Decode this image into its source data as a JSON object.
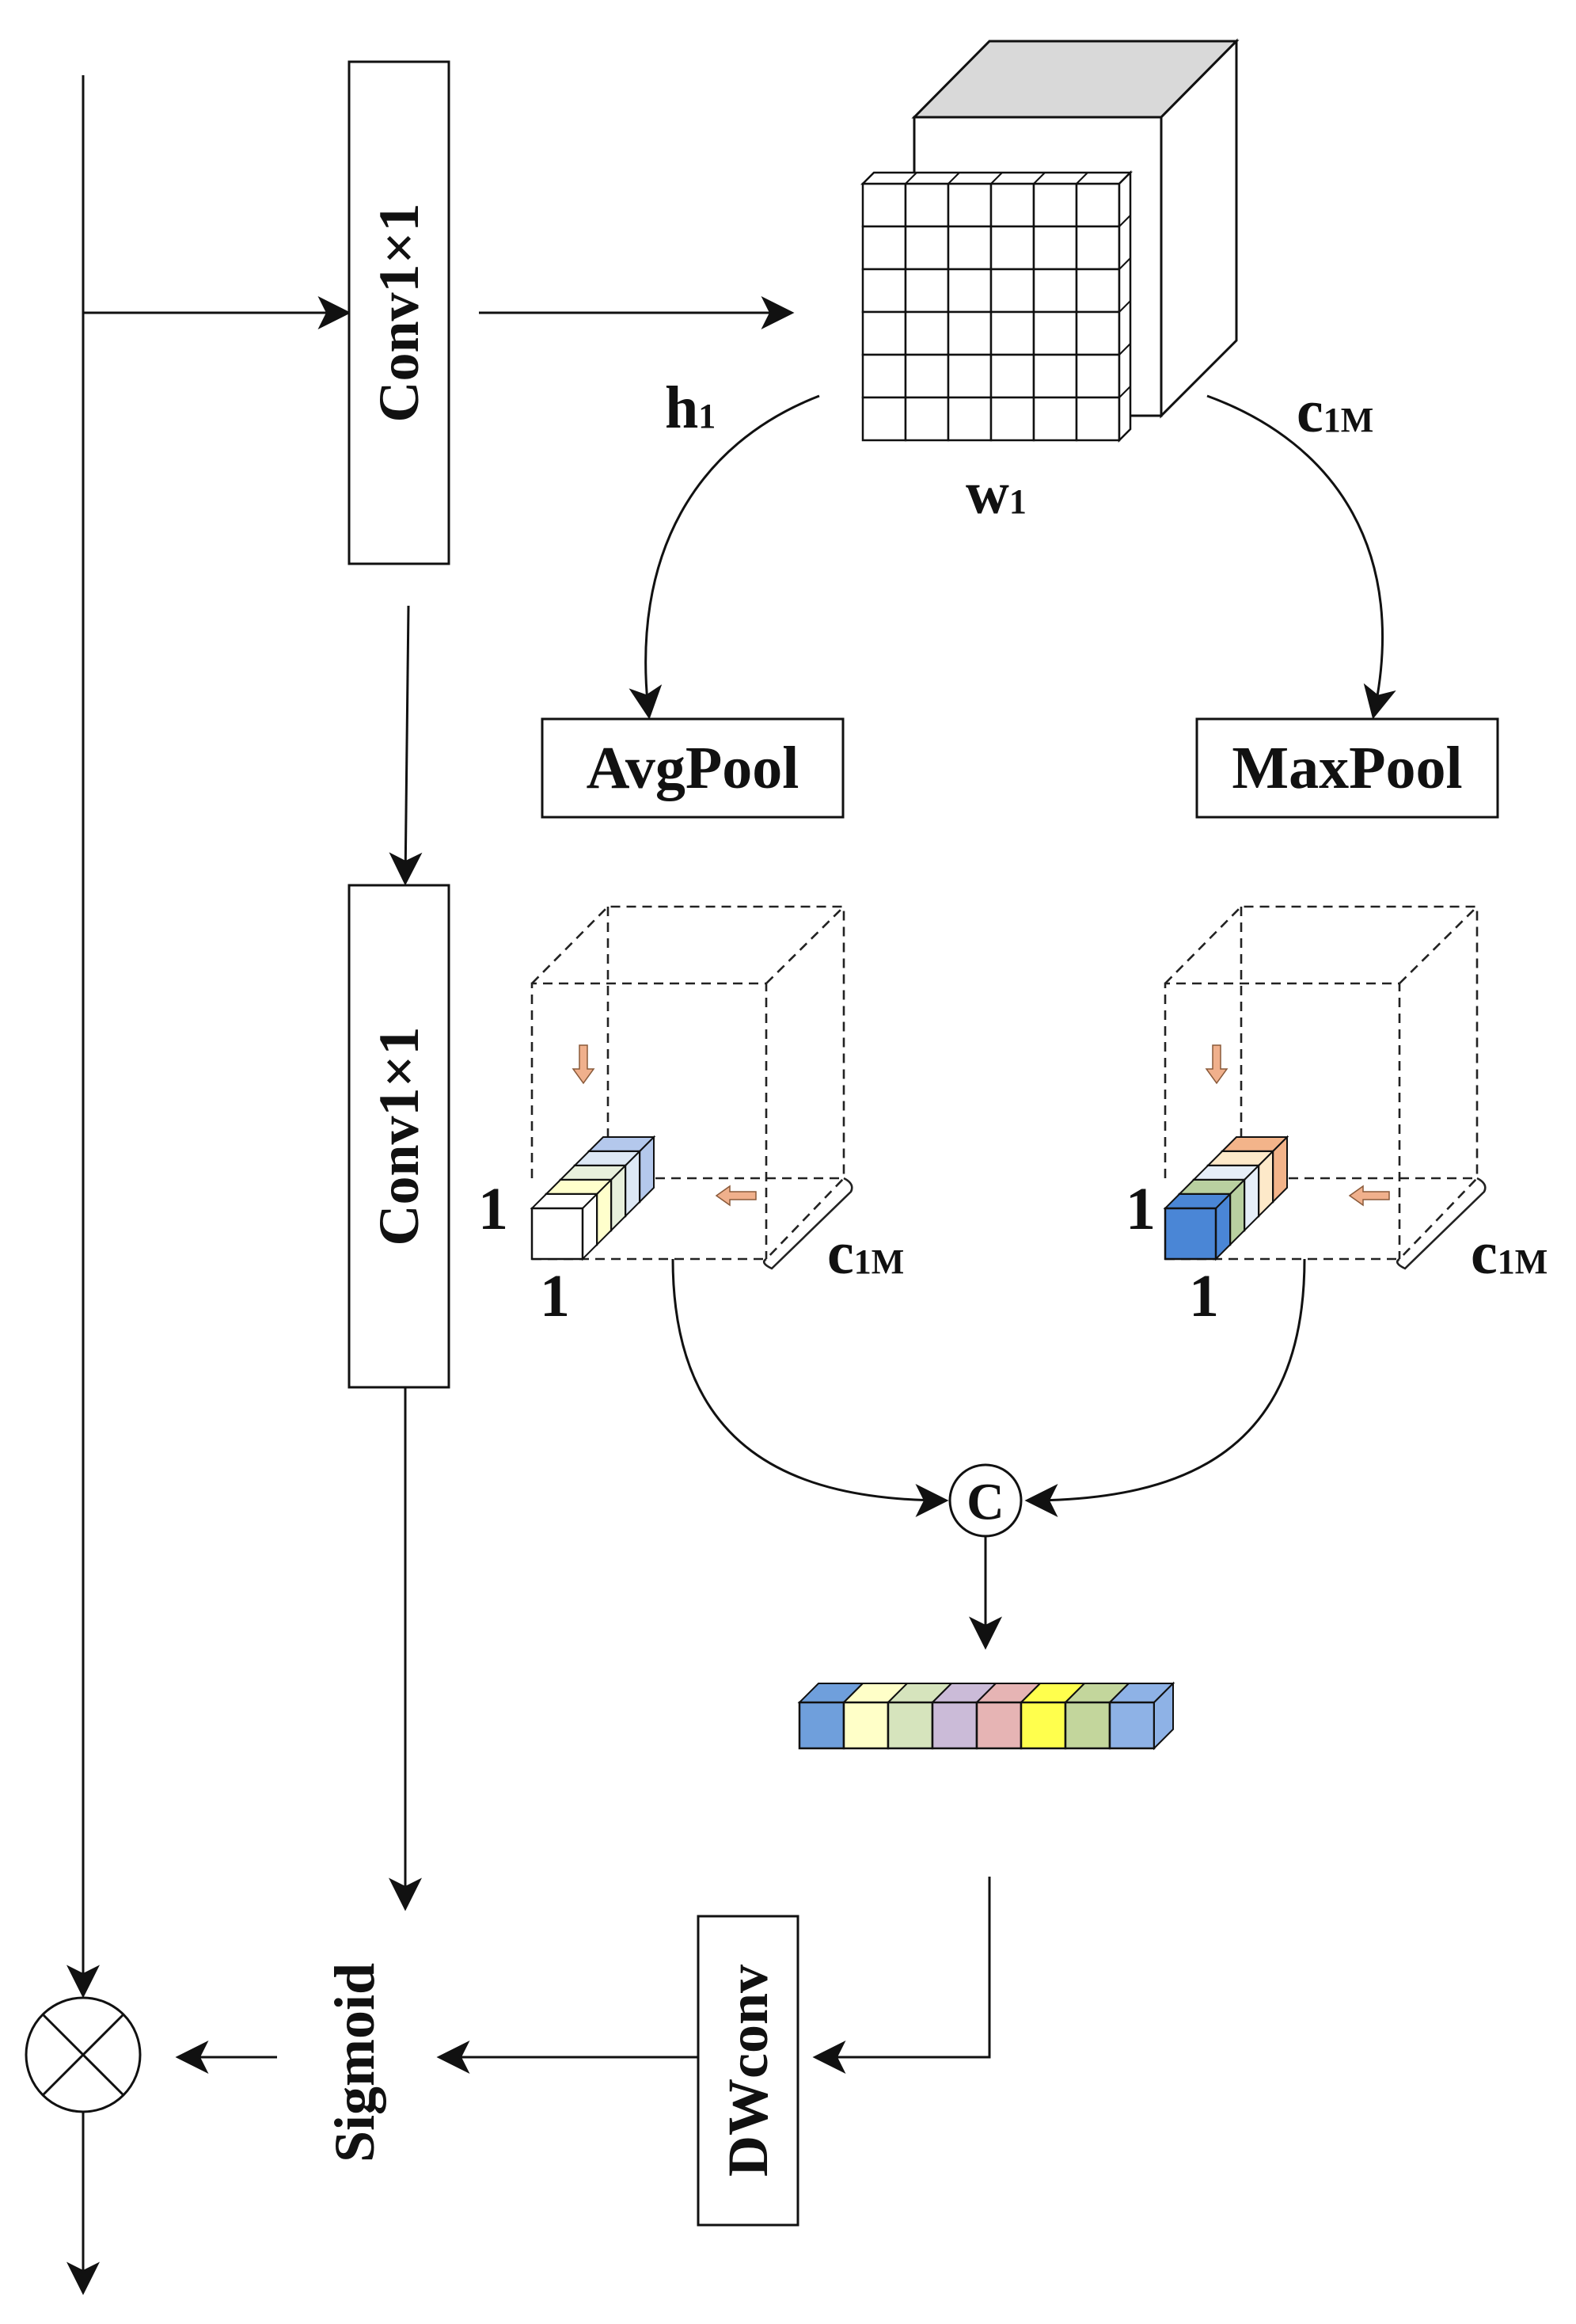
{
  "blocks": {
    "conv_top": "Conv1×1",
    "conv_mid": "Conv1×1",
    "avgpool": "AvgPool",
    "maxpool": "MaxPool",
    "sigmoid": "Sigmoid",
    "dwconv": "DWconv",
    "concat": "C"
  },
  "dims": {
    "h": "h",
    "h_sub": "1",
    "w": "w",
    "w_sub": "1",
    "c_top": "c",
    "c_top_sub": "1M",
    "c_left": "c",
    "c_left_sub": "1M",
    "c_right": "c",
    "c_right_sub": "1M",
    "one_left_side": "1",
    "one_left_bottom": "1",
    "one_right_side": "1",
    "one_right_bottom": "1"
  },
  "colors": {
    "strip_blue": "#5b8fd6",
    "avg_slices": [
      "#ffffff",
      "#ffffcc",
      "#e8f0dc",
      "#dde8f5",
      "#b4c8ec"
    ],
    "max_slices": [
      "#4a86d6",
      "#b9d0a0",
      "#e6eef8",
      "#fde9c9",
      "#f3b48a"
    ],
    "concat_vector": [
      "#6f9fdc",
      "#ffffc8",
      "#d6e4bd",
      "#cbbbd8",
      "#e6b4b4",
      "#ffff4d",
      "#c3d69c",
      "#8eb2e6"
    ],
    "arrow_hint": "#f0b08c"
  }
}
